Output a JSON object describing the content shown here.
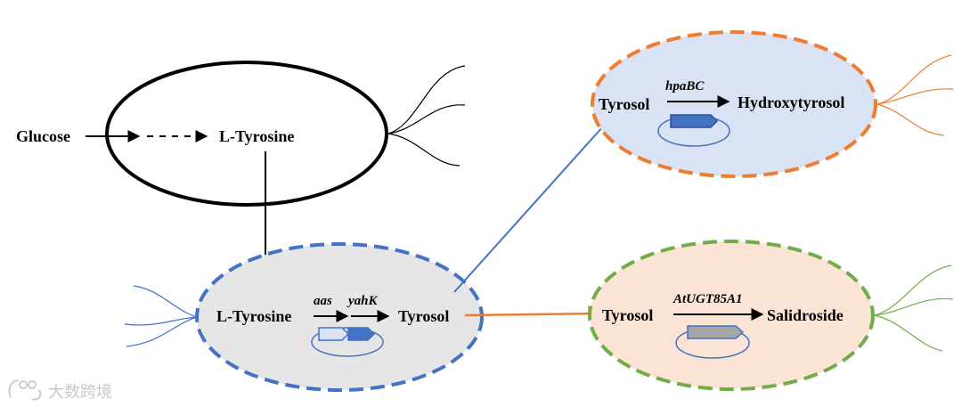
{
  "labels": {
    "glucose": "Glucose",
    "ltyrosine_top": "L-Tyrosine",
    "ltyrosine_bottom": "L-Tyrosine",
    "tyrosol_blue": "Tyrosol",
    "tyrosol_orange": "Tyrosol",
    "hydroxytyrosol": "Hydroxytyrosol",
    "tyrosol_green": "Tyrosol",
    "salidroside": "Salidroside"
  },
  "genes": {
    "aas": "aas",
    "yahK": "yahK",
    "hpaBC": "hpaBC",
    "atugt": "AtUGT85A1"
  },
  "watermark": "大数跨境",
  "colors": {
    "black": "#000000",
    "blue": "#4472c4",
    "orange": "#ed7d31",
    "green": "#70ad47",
    "cell_gray": "#e6e6e6",
    "cell_blue": "#dae3f3",
    "cell_peach": "#fbe4d5",
    "gene_blue": "#4472c4",
    "gene_light": "#dae3f3",
    "gene_gray": "#a6a6a6"
  }
}
